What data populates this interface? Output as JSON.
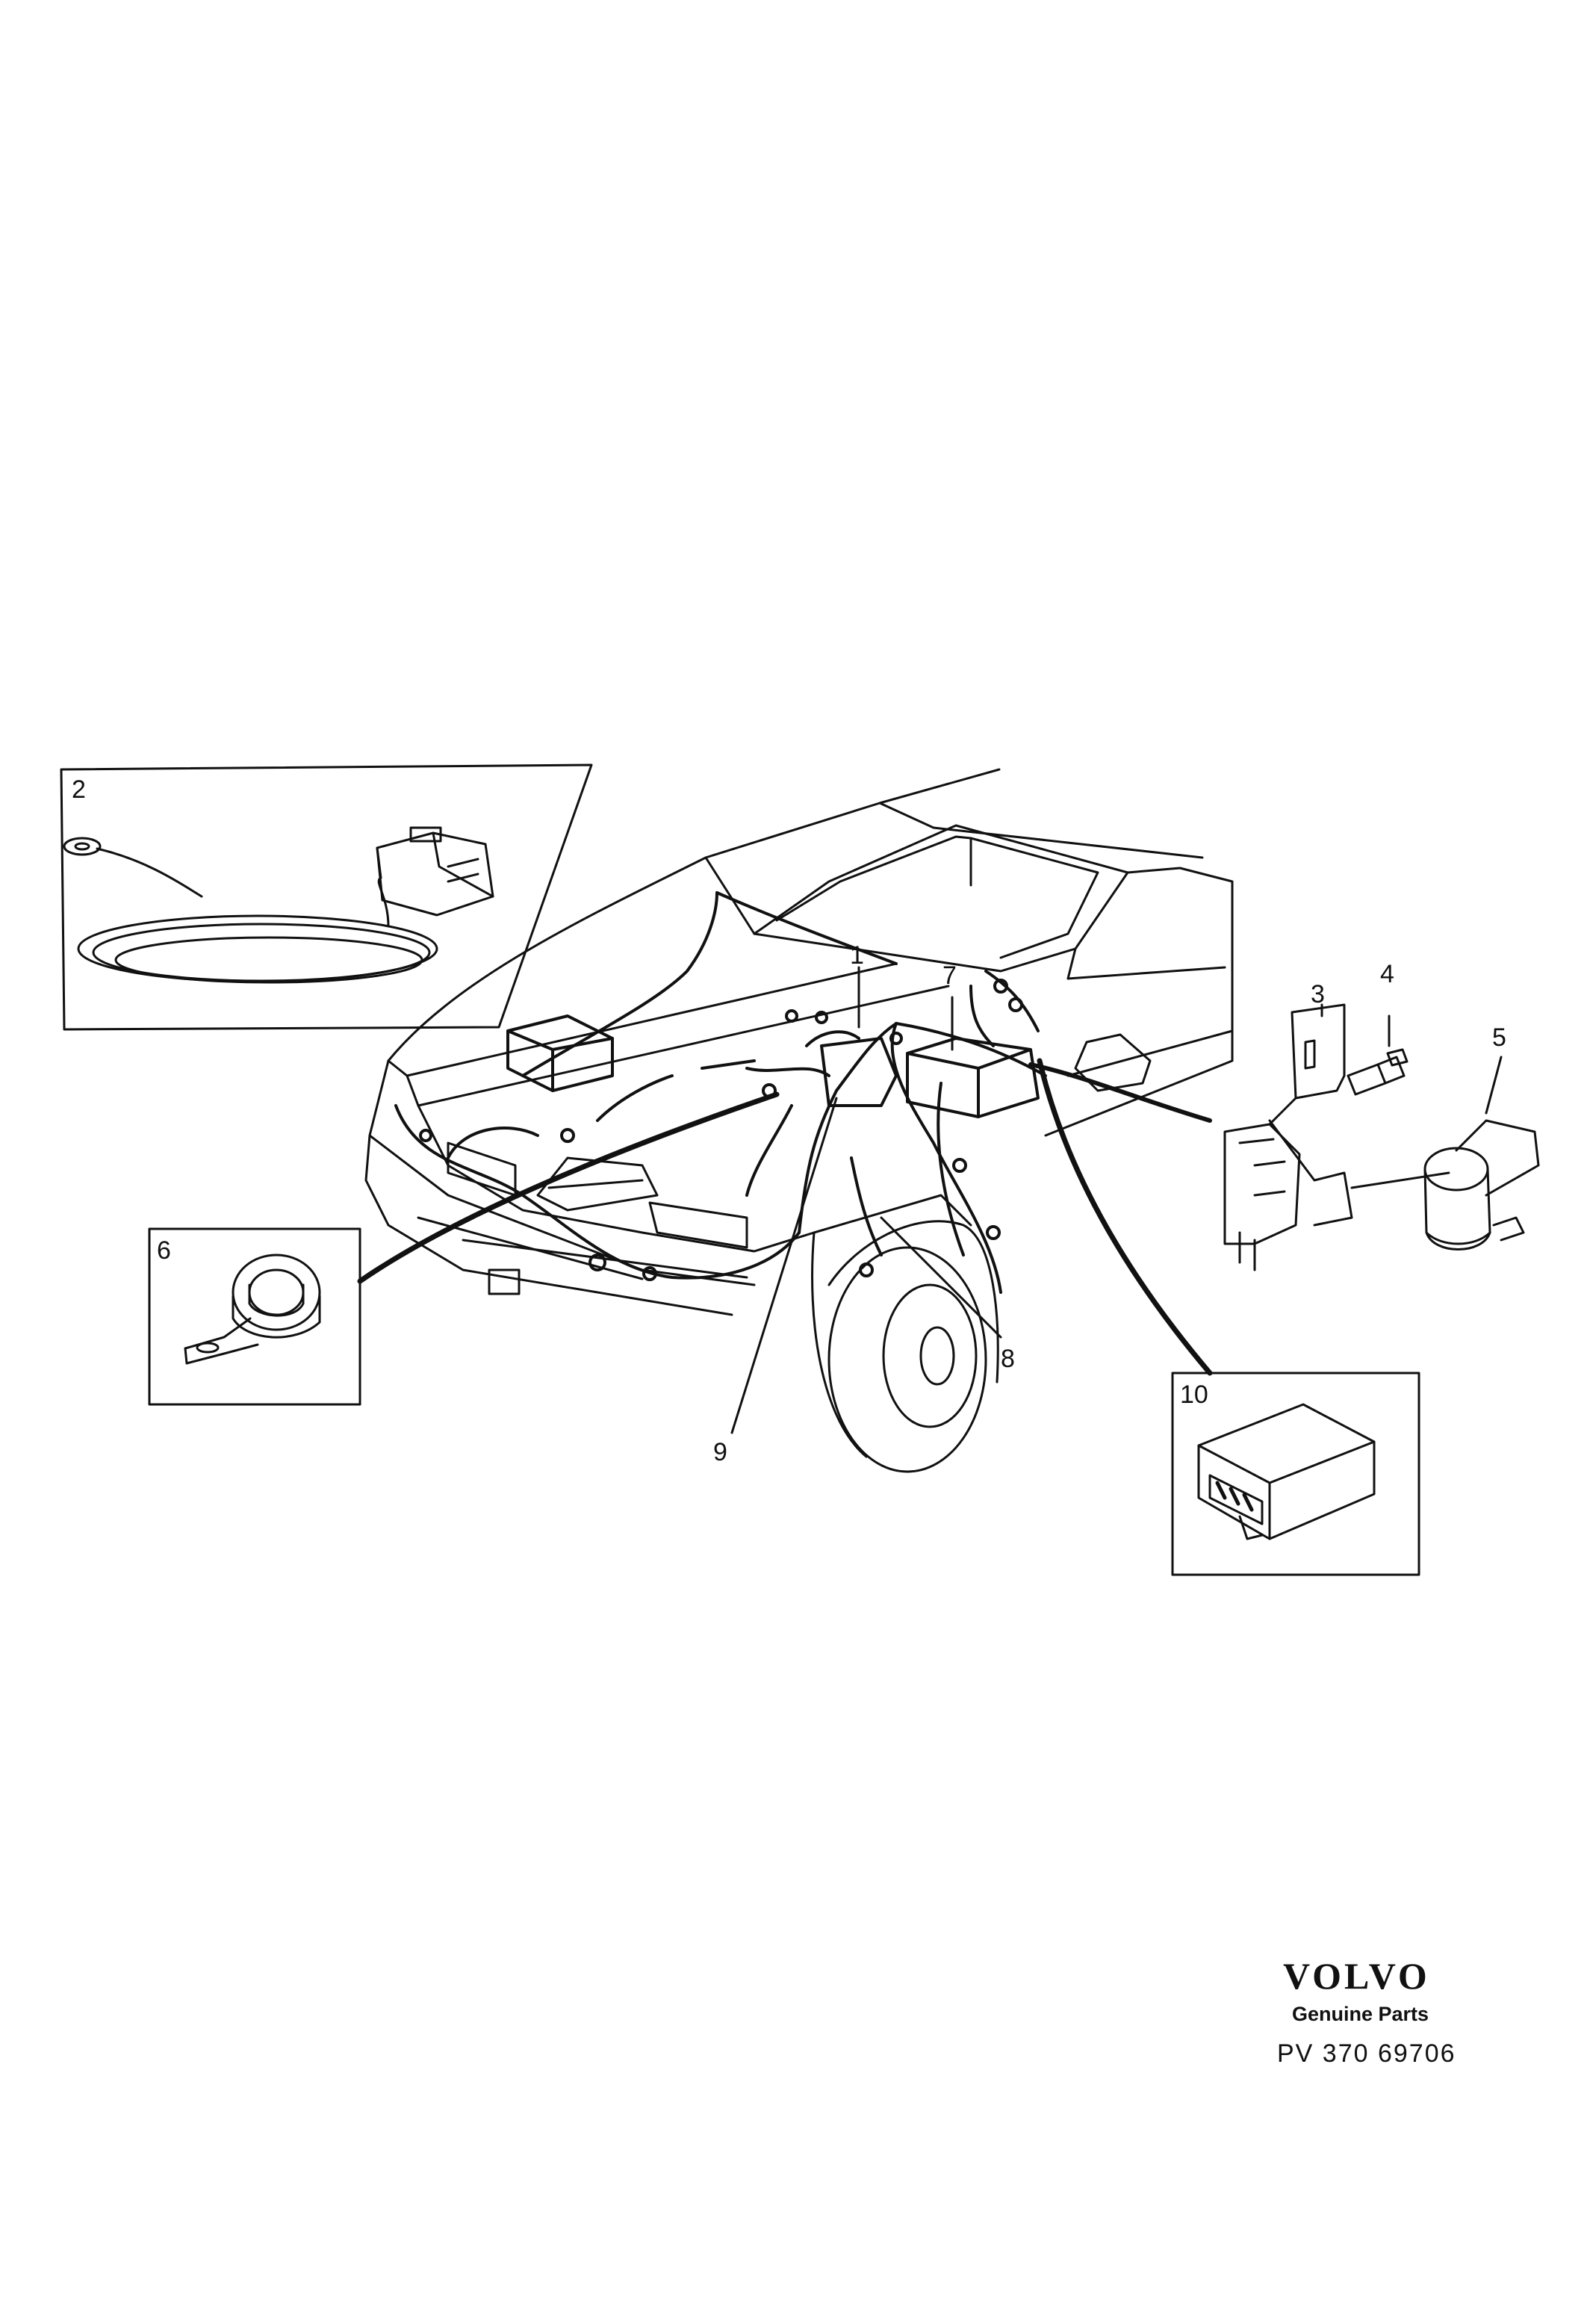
{
  "callouts": {
    "c1": "1",
    "c2": "2",
    "c3": "3",
    "c4": "4",
    "c5": "5",
    "c6": "6",
    "c7": "7",
    "c8": "8",
    "c9": "9",
    "c10": "10"
  },
  "footer": {
    "brand": "VOLVO",
    "genuine": "Genuine Parts",
    "code": "PV 370  69706"
  },
  "colors": {
    "line": "#111111",
    "paper": "#ffffff"
  },
  "icons": {
    "car": "car-front-view",
    "harness": "wiring-harness",
    "cable": "coiled-cable-with-connector",
    "clip": "cable-clamp",
    "relay": "relay-module",
    "bracket": "mounting-bracket",
    "bolt": "bolt",
    "horn": "horn-unit"
  }
}
